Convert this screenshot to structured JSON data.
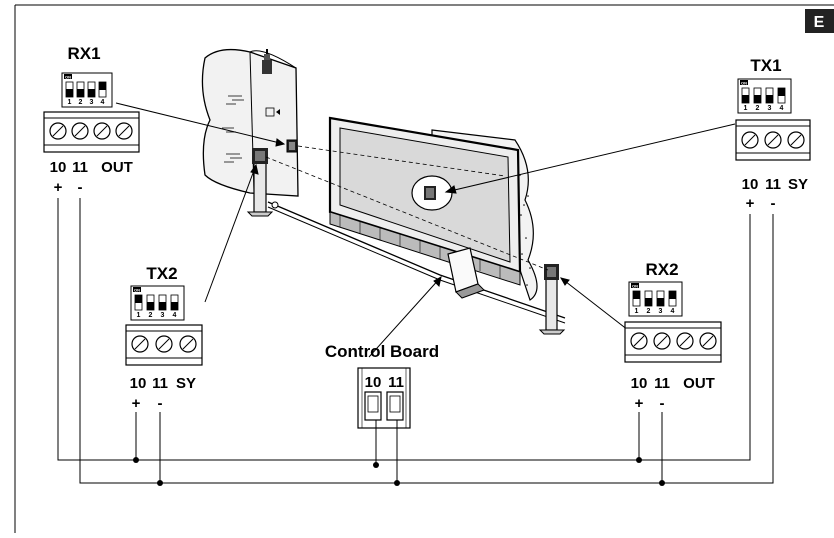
{
  "page_badge": "E",
  "rx1": {
    "title": "RX1",
    "dip_on": "ON",
    "dip_numbers": [
      "1",
      "2",
      "3",
      "4"
    ],
    "terminals": [
      "10",
      "11",
      "OUT"
    ],
    "polarity": [
      "+",
      "-"
    ]
  },
  "tx1": {
    "title": "TX1",
    "dip_on": "ON",
    "dip_numbers": [
      "1",
      "2",
      "3",
      "4"
    ],
    "terminals": [
      "10",
      "11",
      "SY"
    ],
    "polarity": [
      "+",
      "-"
    ]
  },
  "tx2": {
    "title": "TX2",
    "dip_on": "ON",
    "dip_numbers": [
      "1",
      "2",
      "3",
      "4"
    ],
    "terminals": [
      "10",
      "11",
      "SY"
    ],
    "polarity": [
      "+",
      "-"
    ]
  },
  "rx2": {
    "title": "RX2",
    "dip_on": "ON",
    "dip_numbers": [
      "1",
      "2",
      "3",
      "4"
    ],
    "terminals": [
      "10",
      "11",
      "OUT"
    ],
    "polarity": [
      "+",
      "-"
    ]
  },
  "control_board": {
    "title": "Control Board",
    "terminals": [
      "10",
      "11"
    ]
  }
}
